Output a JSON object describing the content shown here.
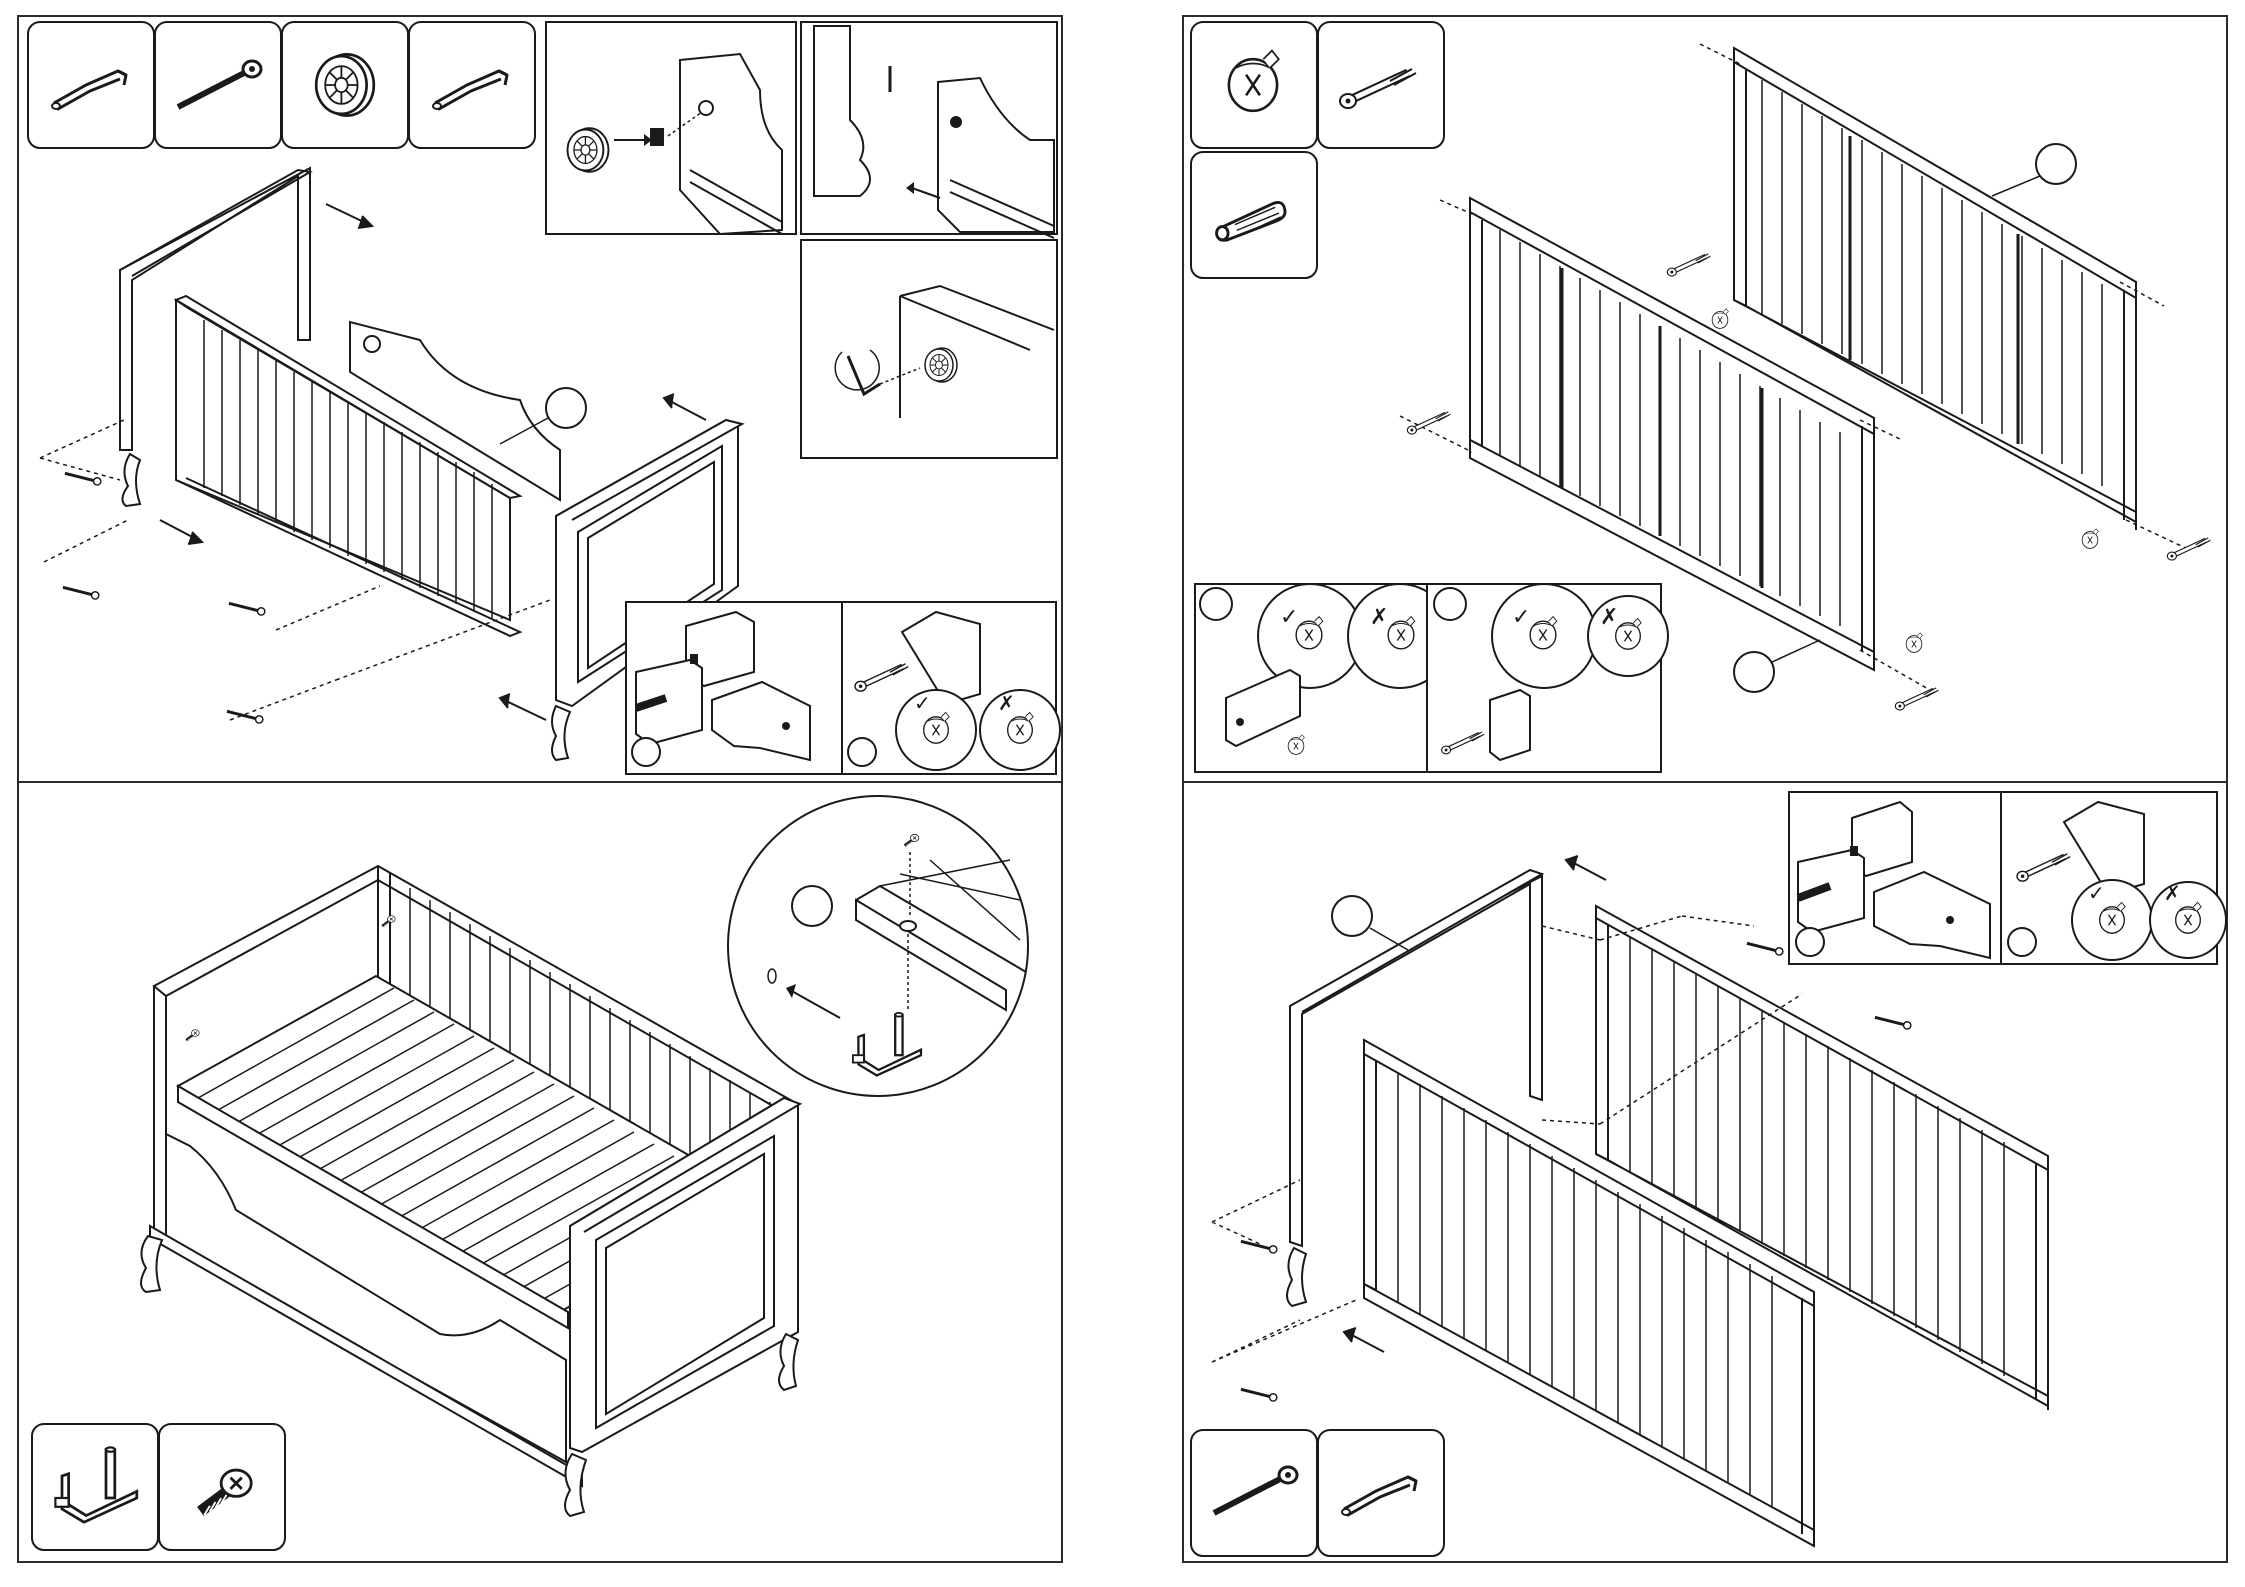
{
  "document": {
    "type": "assembly-instructions",
    "layout": "2x2 panels",
    "colors": {
      "ink": "#1a1a1a",
      "paper": "#ffffff",
      "rule": "#2b2b2b"
    }
  },
  "panels": [
    {
      "id": "top-left",
      "parts_icons": [
        "allen-key-icon",
        "bolt-icon",
        "cam-lock-disc-icon",
        "allen-key-icon"
      ],
      "callouts": [
        {
          "label": "",
          "refers": "side-rail"
        },
        {
          "label": "",
          "refers": "detail-a"
        },
        {
          "label": "",
          "refers": "detail-b"
        }
      ],
      "check_marks": [
        "correct",
        "wrong"
      ]
    },
    {
      "id": "top-right",
      "parts_icons": [
        "cam-nut-icon",
        "cam-bolt-icon",
        "wooden-dowel-icon"
      ],
      "callouts": [
        {
          "label": "",
          "refers": "back-rail"
        },
        {
          "label": "",
          "refers": "front-rail"
        },
        {
          "label": "",
          "refers": "detail-a"
        },
        {
          "label": "",
          "refers": "detail-b"
        }
      ],
      "check_marks": [
        "correct",
        "wrong",
        "correct",
        "wrong"
      ]
    },
    {
      "id": "bottom-left",
      "parts_icons": [
        "l-bracket-pin-icon",
        "hex-screw-icon"
      ],
      "callouts": [
        {
          "label": "",
          "refers": "bracket-detail"
        }
      ]
    },
    {
      "id": "bottom-right",
      "parts_icons": [
        "bolt-icon",
        "allen-key-icon"
      ],
      "callouts": [
        {
          "label": "",
          "refers": "end-panel"
        },
        {
          "label": "",
          "refers": "detail-a"
        },
        {
          "label": "",
          "refers": "detail-b"
        }
      ],
      "check_marks": [
        "correct",
        "wrong"
      ]
    }
  ]
}
